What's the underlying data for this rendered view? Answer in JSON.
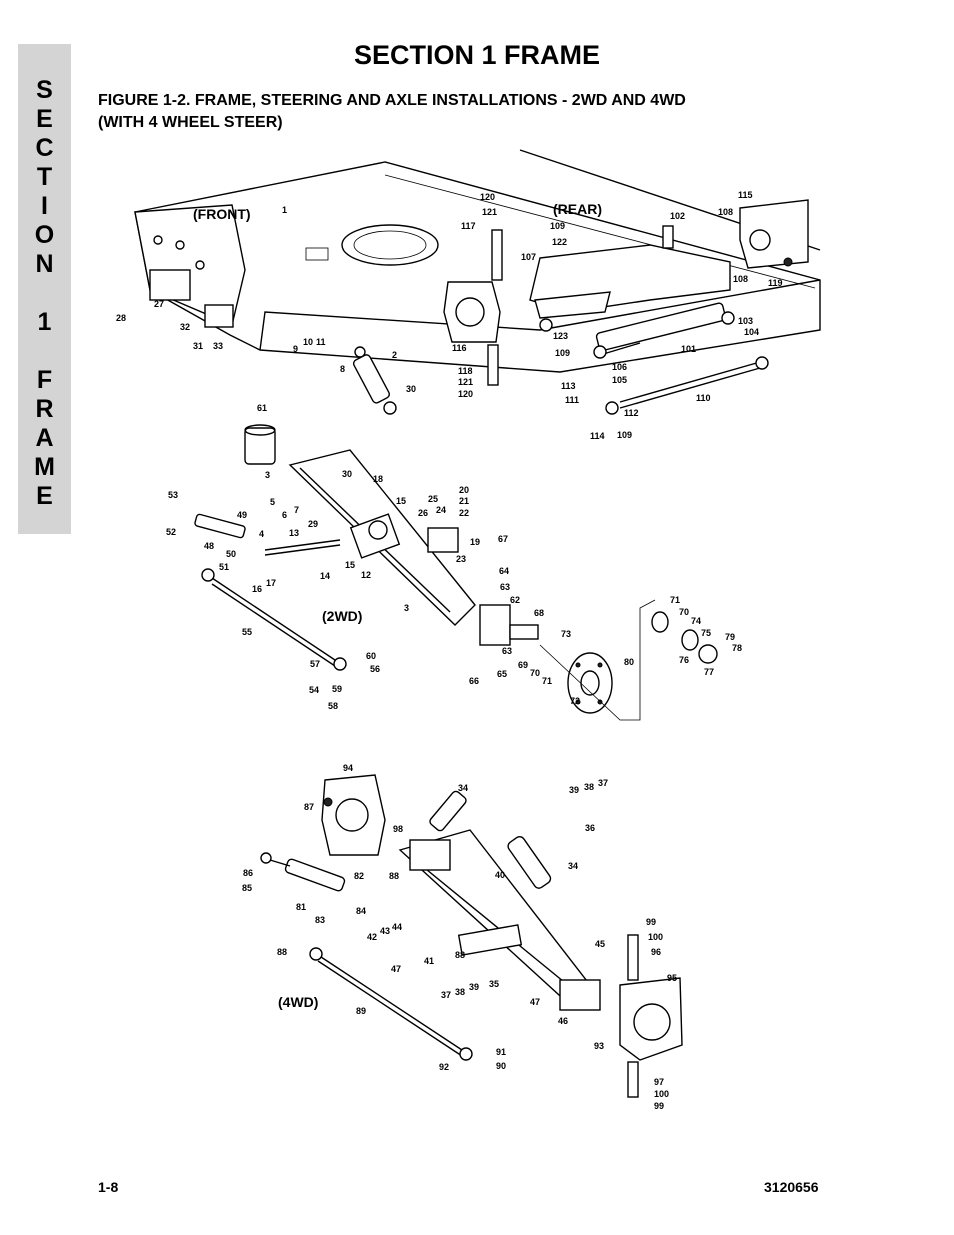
{
  "side_tab": {
    "letters": [
      "S",
      "E",
      "C",
      "T",
      "I",
      "O",
      "N",
      "",
      "1",
      "",
      "F",
      "R",
      "A",
      "M",
      "E"
    ]
  },
  "header": {
    "title": "SECTION 1  FRAME"
  },
  "figure": {
    "caption_line1": "FIGURE 1-2.    FRAME, STEERING AND AXLE INSTALLATIONS - 2WD AND 4WD",
    "caption_line2": "(WITH 4 WHEEL STEER)",
    "section_labels": {
      "front": "(FRONT)",
      "rear": "(REAR)",
      "twowd": "(2WD)",
      "fourwd": "(4WD)"
    },
    "callouts": {
      "c1": "1",
      "c2": "2",
      "c3a": "3",
      "c3b": "3",
      "c4": "4",
      "c5": "5",
      "c6": "6",
      "c7": "7",
      "c8": "8",
      "c9": "9",
      "c10": "10",
      "c11": "11",
      "c12": "12",
      "c13": "13",
      "c14": "14",
      "c15a": "15",
      "c15b": "15",
      "c16": "16",
      "c17": "17",
      "c18": "18",
      "c19": "19",
      "c20": "20",
      "c21": "21",
      "c22": "22",
      "c23": "23",
      "c24": "24",
      "c25": "25",
      "c26": "26",
      "c27": "27",
      "c28": "28",
      "c29": "29",
      "c30a": "30",
      "c30b": "30",
      "c31": "31",
      "c32": "32",
      "c33": "33",
      "c34a": "34",
      "c34b": "34",
      "c35": "35",
      "c36": "36",
      "c37a": "37",
      "c37b": "37",
      "c38a": "38",
      "c38b": "38",
      "c39a": "39",
      "c39b": "39",
      "c40": "40",
      "c41": "41",
      "c42": "42",
      "c43": "43",
      "c44": "44",
      "c45": "45",
      "c46": "46",
      "c47a": "47",
      "c47b": "47",
      "c48": "48",
      "c49": "49",
      "c50": "50",
      "c51": "51",
      "c52": "52",
      "c53": "53",
      "c54": "54",
      "c55": "55",
      "c56": "56",
      "c57": "57",
      "c58": "58",
      "c59": "59",
      "c60": "60",
      "c61": "61",
      "c62": "62",
      "c63a": "63",
      "c63b": "63",
      "c64": "64",
      "c65": "65",
      "c66": "66",
      "c67": "67",
      "c68": "68",
      "c69": "69",
      "c70a": "70",
      "c70b": "70",
      "c71a": "71",
      "c71b": "71",
      "c72": "72",
      "c73": "73",
      "c74": "74",
      "c75": "75",
      "c76": "76",
      "c77": "77",
      "c78": "78",
      "c79": "79",
      "c80": "80",
      "c81": "81",
      "c82": "82",
      "c83": "83",
      "c84": "84",
      "c85": "85",
      "c86": "86",
      "c87": "87",
      "c88a": "88",
      "c88b": "88",
      "c88c": "88",
      "c89": "89",
      "c90": "90",
      "c91": "91",
      "c92": "92",
      "c93": "93",
      "c94": "94",
      "c95": "95",
      "c96": "96",
      "c97": "97",
      "c98": "98",
      "c99a": "99",
      "c99b": "99",
      "c100a": "100",
      "c100b": "100",
      "c101": "101",
      "c102": "102",
      "c103": "103",
      "c104": "104",
      "c105": "105",
      "c106": "106",
      "c107": "107",
      "c108a": "108",
      "c108b": "108",
      "c109a": "109",
      "c109b": "109",
      "c109c": "109",
      "c110": "110",
      "c111": "111",
      "c112": "112",
      "c113": "113",
      "c114": "114",
      "c115": "115",
      "c116": "116",
      "c117": "117",
      "c118": "118",
      "c119": "119",
      "c120a": "120",
      "c120b": "120",
      "c121a": "121",
      "c121b": "121",
      "c122": "122",
      "c123": "123"
    }
  },
  "footer": {
    "page_number": "1-8",
    "doc_number": "3120656"
  }
}
